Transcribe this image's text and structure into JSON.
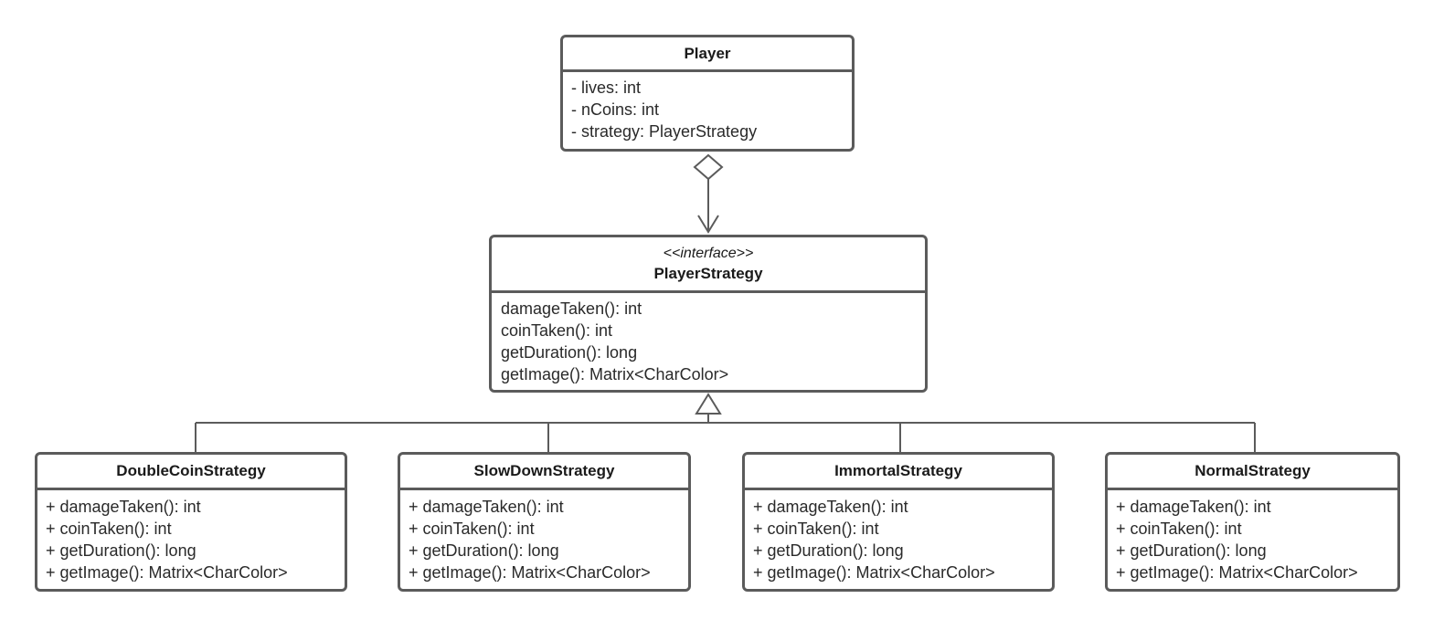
{
  "diagram": {
    "player": {
      "name": "Player",
      "attributes": [
        "- lives: int",
        "- nCoins: int",
        "- strategy: PlayerStrategy"
      ]
    },
    "strategy_interface": {
      "stereotype": "<<interface>>",
      "name": "PlayerStrategy",
      "methods": [
        "damageTaken(): int",
        "coinTaken(): int",
        "getDuration(): long",
        "getImage(): Matrix<CharColor>"
      ]
    },
    "implementations": [
      {
        "name": "DoubleCoinStrategy",
        "methods": [
          "+ damageTaken(): int",
          "+ coinTaken(): int",
          "+ getDuration(): long",
          "+ getImage(): Matrix<CharColor>"
        ]
      },
      {
        "name": "SlowDownStrategy",
        "methods": [
          "+ damageTaken(): int",
          "+ coinTaken(): int",
          "+ getDuration(): long",
          "+ getImage(): Matrix<CharColor>"
        ]
      },
      {
        "name": "ImmortalStrategy",
        "methods": [
          "+ damageTaken(): int",
          "+ coinTaken(): int",
          "+ getDuration(): long",
          "+ getImage(): Matrix<CharColor>"
        ]
      },
      {
        "name": "NormalStrategy",
        "methods": [
          "+ damageTaken(): int",
          "+ coinTaken(): int",
          "+ getDuration(): long",
          "+ getImage(): Matrix<CharColor>"
        ]
      }
    ],
    "relations": [
      {
        "type": "aggregation",
        "from": "Player",
        "to": "PlayerStrategy"
      },
      {
        "type": "realization",
        "from": "DoubleCoinStrategy",
        "to": "PlayerStrategy"
      },
      {
        "type": "realization",
        "from": "SlowDownStrategy",
        "to": "PlayerStrategy"
      },
      {
        "type": "realization",
        "from": "ImmortalStrategy",
        "to": "PlayerStrategy"
      },
      {
        "type": "realization",
        "from": "NormalStrategy",
        "to": "PlayerStrategy"
      }
    ],
    "colors": {
      "border": "#5b5b5b",
      "background": "#ffffff",
      "text": "#1f1f1f"
    }
  }
}
